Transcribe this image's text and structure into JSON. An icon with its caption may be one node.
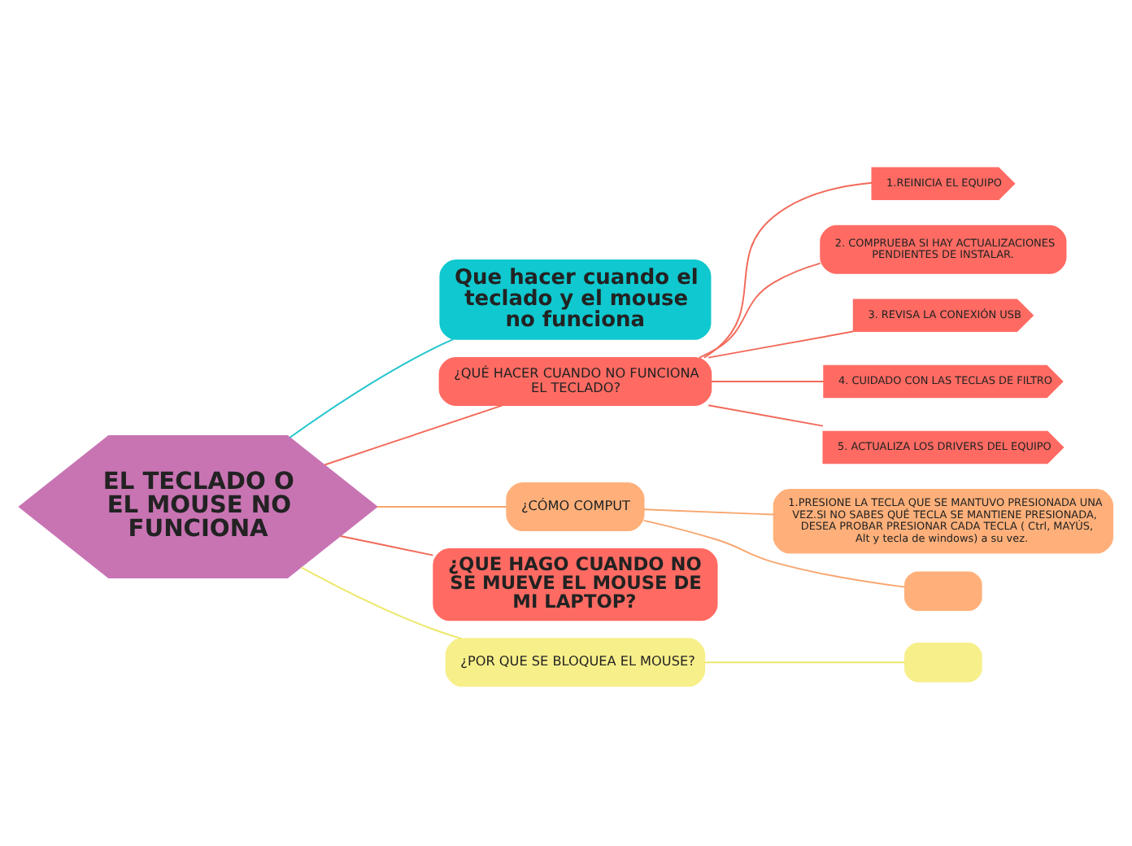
{
  "diagram": {
    "nodes": [
      {
        "text": [
          "EL TECLADO O EL MOUSE NO FUNCIONA"
        ]
      },
      {
        "text": [
          "Que hacer cuando el teclado y el mouse no funciona"
        ]
      },
      {
        "text": [
          "¿QUÉ HACER CUANDO NO FUNCIONA EL TECLADO?"
        ]
      },
      {
        "text": [
          "1.REINICIA EL EQUIPO"
        ]
      },
      {
        "text": [
          "2. COMPRUEBA SI HAY ACTUALIZACIONES PENDIENTES DE INSTALAR."
        ]
      },
      {
        "text": [
          "3. REVISA LA CONEXIÓN USB"
        ]
      },
      {
        "text": [
          "4. CUIDADO CON LAS TECLAS DE FILTRO"
        ]
      },
      {
        "text": [
          "5. ACTUALIZA LOS DRIVERS DEL EQUIPO"
        ]
      },
      {
        "text": [
          "¿CÓMO COMPUT"
        ]
      },
      {
        "text": [
          "1.PRESIONE LA TECLA QUE SE MANTUVO PRESIONADA UNA VEZ.SI NO SABES QUÉ TECLA SE MANTIENE PRESIONADA, DESEA PROBAR PRESIONAR CADA TECLA ( Ctrl, MAYÚS, Alt y tecla de windows) a su vez."
        ]
      },
      {
        "text": [],
        "shape": "box"
      },
      {
        "text": [
          "¿QUE HAGO CUANDO NO SE MUEVE EL MOUSE DE MI LAPTOP?"
        ]
      },
      {
        "text": [
          "¿POR QUE SE BLOQUEA EL MOUSE?"
        ]
      },
      {
        "text": [],
        "shape": "box"
      }
    ],
    "edges": [
      {
        "from": 0,
        "to": 1,
        "arrow": "none",
        "color": "#22c5cd"
      },
      {
        "from": 0,
        "to": 2,
        "arrow": "none",
        "color": "#f26a5a"
      },
      {
        "from": 2,
        "to": 3,
        "arrow": "none",
        "color": "#f26a5a"
      },
      {
        "from": 2,
        "to": 4,
        "arrow": "none",
        "color": "#f26a5a"
      },
      {
        "from": 2,
        "to": 5,
        "arrow": "none",
        "color": "#f26a5a"
      },
      {
        "from": 2,
        "to": 6,
        "arrow": "none",
        "color": "#f26a5a"
      },
      {
        "from": 2,
        "to": 7,
        "arrow": "none",
        "color": "#f26a5a"
      },
      {
        "from": 0,
        "to": 8,
        "arrow": "none",
        "color": "#f8a66e"
      },
      {
        "from": 8,
        "to": 9,
        "arrow": "none",
        "color": "#f8a66e"
      },
      {
        "from": 8,
        "to": 10,
        "arrow": "none",
        "color": "#f8a66e"
      },
      {
        "from": 0,
        "to": 11,
        "arrow": "none",
        "color": "#f26a5a"
      },
      {
        "from": 0,
        "to": 12,
        "arrow": "none",
        "color": "#ede86a"
      },
      {
        "from": 12,
        "to": 13,
        "arrow": "none",
        "color": "#ede86a"
      }
    ]
  }
}
